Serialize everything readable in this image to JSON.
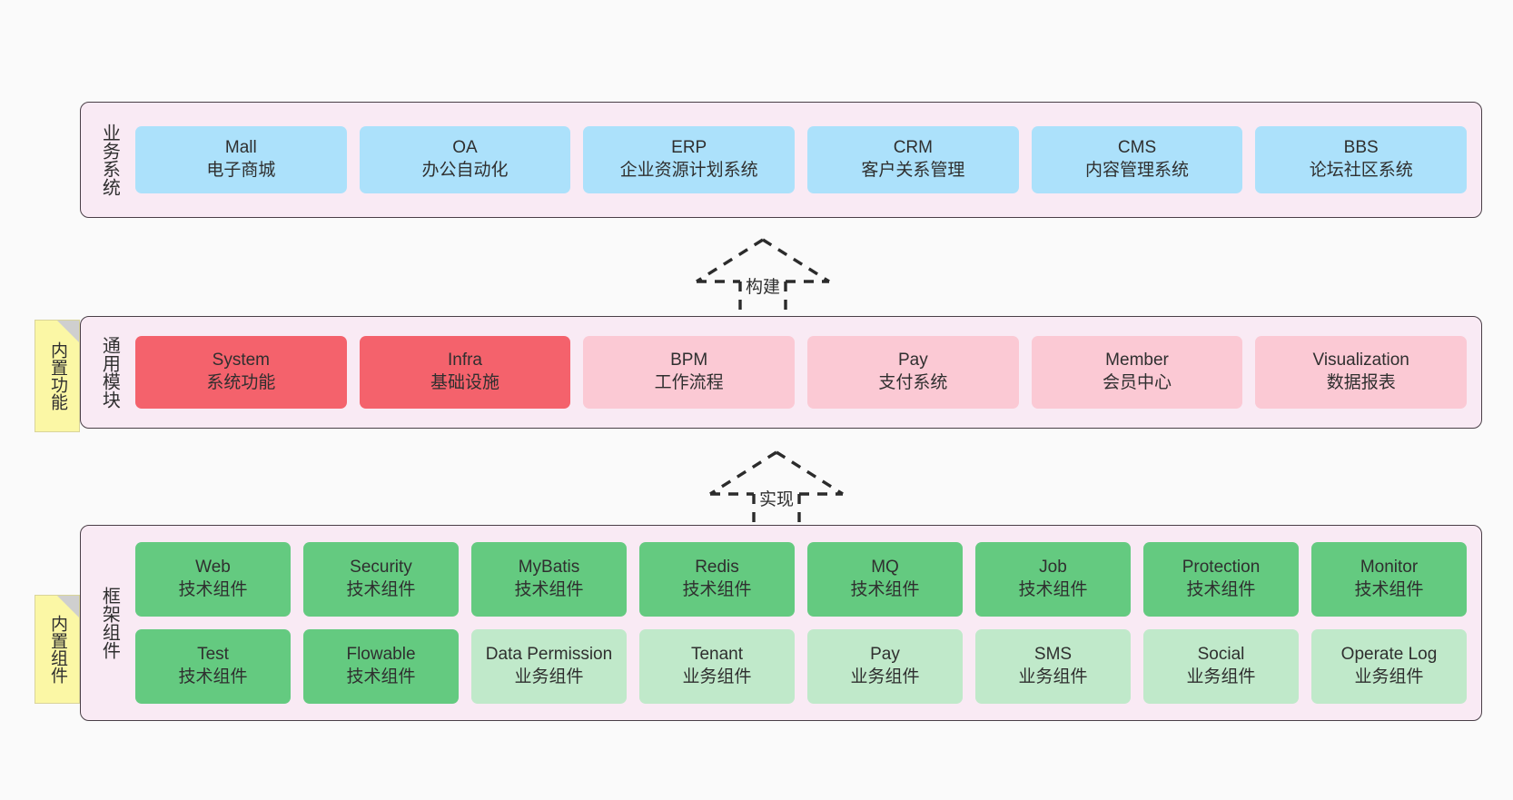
{
  "layers": [
    {
      "id": "business",
      "title": "业务系统",
      "rows": [
        [
          {
            "name": "Mall",
            "desc": "电子商城",
            "color": "#ace1fb"
          },
          {
            "name": "OA",
            "desc": "办公自动化",
            "color": "#ace1fb"
          },
          {
            "name": "ERP",
            "desc": "企业资源计划系统",
            "color": "#ace1fb"
          },
          {
            "name": "CRM",
            "desc": "客户关系管理",
            "color": "#ace1fb"
          },
          {
            "name": "CMS",
            "desc": "内容管理系统",
            "color": "#ace1fb"
          },
          {
            "name": "BBS",
            "desc": "论坛社区系统",
            "color": "#ace1fb"
          }
        ]
      ]
    },
    {
      "id": "modules",
      "title": "通用模块",
      "sticky": "内置功能",
      "rows": [
        [
          {
            "name": "System",
            "desc": "系统功能",
            "color": "#f4626c"
          },
          {
            "name": "Infra",
            "desc": "基础设施",
            "color": "#f4626c"
          },
          {
            "name": "BPM",
            "desc": "工作流程",
            "color": "#fbc9d4"
          },
          {
            "name": "Pay",
            "desc": "支付系统",
            "color": "#fbc9d4"
          },
          {
            "name": "Member",
            "desc": "会员中心",
            "color": "#fbc9d4"
          },
          {
            "name": "Visualization",
            "desc": "数据报表",
            "color": "#fbc9d4"
          }
        ]
      ]
    },
    {
      "id": "framework",
      "title": "框架组件",
      "sticky": "内置组件",
      "rows": [
        [
          {
            "name": "Web",
            "desc": "技术组件",
            "color": "#64ca80"
          },
          {
            "name": "Security",
            "desc": "技术组件",
            "color": "#64ca80"
          },
          {
            "name": "MyBatis",
            "desc": "技术组件",
            "color": "#64ca80"
          },
          {
            "name": "Redis",
            "desc": "技术组件",
            "color": "#64ca80"
          },
          {
            "name": "MQ",
            "desc": "技术组件",
            "color": "#64ca80"
          },
          {
            "name": "Job",
            "desc": "技术组件",
            "color": "#64ca80"
          },
          {
            "name": "Protection",
            "desc": "技术组件",
            "color": "#64ca80"
          },
          {
            "name": "Monitor",
            "desc": "技术组件",
            "color": "#64ca80"
          }
        ],
        [
          {
            "name": "Test",
            "desc": "技术组件",
            "color": "#64ca80"
          },
          {
            "name": "Flowable",
            "desc": "技术组件",
            "color": "#64ca80"
          },
          {
            "name": "Data Permission",
            "desc": "业务组件",
            "color": "#c0e9ca"
          },
          {
            "name": "Tenant",
            "desc": "业务组件",
            "color": "#c0e9ca"
          },
          {
            "name": "Pay",
            "desc": "业务组件",
            "color": "#c0e9ca"
          },
          {
            "name": "SMS",
            "desc": "业务组件",
            "color": "#c0e9ca"
          },
          {
            "name": "Social",
            "desc": "业务组件",
            "color": "#c0e9ca"
          },
          {
            "name": "Operate Log",
            "desc": "业务组件",
            "color": "#c0e9ca"
          }
        ]
      ]
    }
  ],
  "connectors": [
    {
      "id": "build",
      "label": "构建"
    },
    {
      "id": "impl",
      "label": "实现"
    }
  ],
  "colors": {
    "canvas": "#fafafa",
    "container_bg": "#f9eaf4",
    "container_border": "#4a3f47",
    "blue": "#ace1fb",
    "red": "#f4626c",
    "pink": "#fbc9d4",
    "green": "#64ca80",
    "light_green": "#c0e9ca",
    "sticky": "#fbf7a5",
    "sticky_fold": "#cfcfcf",
    "connector_stroke": "#2b2b2b"
  }
}
